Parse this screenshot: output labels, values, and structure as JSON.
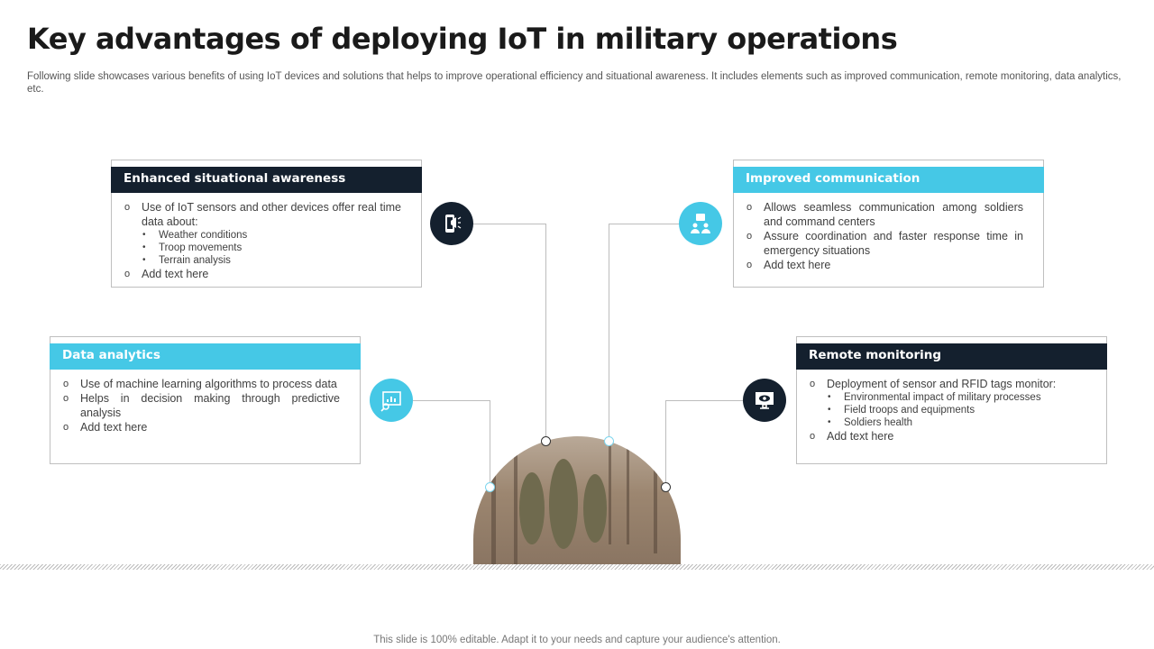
{
  "title": "Key advantages of deploying IoT in military operations",
  "subtitle": "Following slide showcases various benefits of using IoT devices and solutions that helps to improve operational efficiency and situational awareness. It includes elements such as improved communication, remote monitoring, data analytics, etc.",
  "cards": {
    "situational": {
      "heading": "Enhanced situational awareness",
      "items": [
        "Use of IoT sensors and other devices offer real time data about:",
        "Weather conditions",
        "Troop movements",
        "Terrain analysis",
        "Add text here"
      ]
    },
    "communication": {
      "heading": "Improved communication",
      "items": [
        "Allows seamless communication among soldiers and command centers",
        "Assure coordination and faster response time in emergency situations",
        "Add text here"
      ]
    },
    "analytics": {
      "heading": "Data analytics",
      "items": [
        "Use of machine learning algorithms to process data",
        "Helps in decision making through predictive analysis",
        "Add text here"
      ]
    },
    "monitoring": {
      "heading": "Remote monitoring",
      "items": [
        "Deployment of sensor and RFID tags monitor:",
        "Environmental impact of military processes",
        "Field troops and equipments",
        "Soldiers health",
        "Add text here"
      ]
    }
  },
  "footer": "This slide is 100% editable. Adapt it to your needs and capture your audience's attention.",
  "colors": {
    "dark": "#14202e",
    "cyan": "#45c8e6"
  }
}
